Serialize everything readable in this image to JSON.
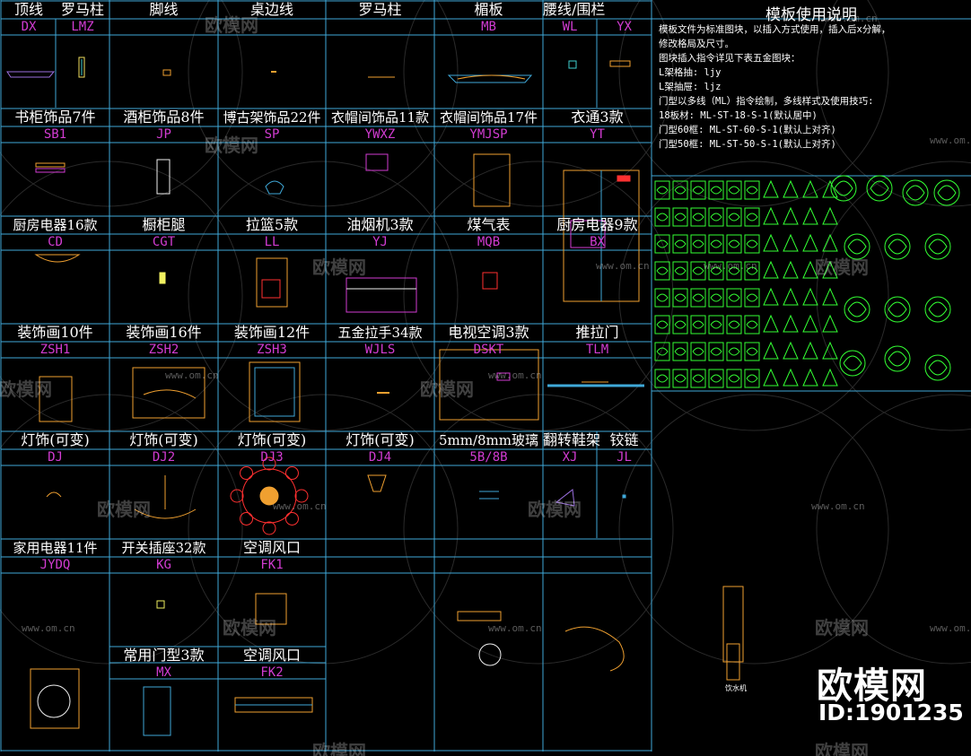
{
  "colors": {
    "grid": "#3fa9d9",
    "label": "#ffffff",
    "code": "#d23cd2",
    "lib": "#33ff33"
  },
  "cells": [
    {
      "label": "顶线",
      "code": "DX"
    },
    {
      "label": "罗马柱",
      "code": "LMZ"
    },
    {
      "label": "脚线",
      "code": ""
    },
    {
      "label": "桌边线",
      "code": ""
    },
    {
      "label": "罗马柱",
      "code": ""
    },
    {
      "label": "楣板",
      "code": "MB"
    },
    {
      "label": "腰线/围栏",
      "code": "WL"
    },
    {
      "label": "",
      "code": "YX"
    },
    {
      "label": "书柜饰品7件",
      "code": "SB1"
    },
    {
      "label": "酒柜饰品8件",
      "code": "JP"
    },
    {
      "label": "博古架饰品22件",
      "code": "SP"
    },
    {
      "label": "衣帽间饰品11款",
      "code": "YWXZ"
    },
    {
      "label": "衣帽间饰品17件",
      "code": "YMJSP"
    },
    {
      "label": "衣通3款",
      "code": "YT"
    },
    {
      "label": "厨房电器16款",
      "code": "CD"
    },
    {
      "label": "橱柜腿",
      "code": "CGT"
    },
    {
      "label": "拉篮5款",
      "code": "LL"
    },
    {
      "label": "油烟机3款",
      "code": "YJ"
    },
    {
      "label": "煤气表",
      "code": "MQB"
    },
    {
      "label": "厨房电器9款",
      "code": "BX"
    },
    {
      "label": "装饰画10件",
      "code": "ZSH1"
    },
    {
      "label": "装饰画16件",
      "code": "ZSH2"
    },
    {
      "label": "装饰画12件",
      "code": "ZSH3"
    },
    {
      "label": "五金拉手34款",
      "code": "WJLS"
    },
    {
      "label": "电视空调3款",
      "code": "DSKT"
    },
    {
      "label": "推拉门",
      "code": "TLM"
    },
    {
      "label": "灯饰(可变)",
      "code": "DJ"
    },
    {
      "label": "灯饰(可变)",
      "code": "DJ2"
    },
    {
      "label": "灯饰(可变)",
      "code": "DJ3"
    },
    {
      "label": "灯饰(可变)",
      "code": "DJ4"
    },
    {
      "label": "5mm/8mm玻璃",
      "code": "5B/8B"
    },
    {
      "label": "翻转鞋架",
      "code": "XJ"
    },
    {
      "label": "铰链",
      "code": "JL"
    },
    {
      "label": "家用电器11件",
      "code": "JYDQ"
    },
    {
      "label": "开关插座32款",
      "code": "KG"
    },
    {
      "label": "空调风口",
      "code": "FK1"
    },
    {
      "label": "常用门型3款",
      "code": "MX"
    },
    {
      "label": "空调风口",
      "code": "FK2"
    }
  ],
  "notes": {
    "title": "模板使用说明",
    "lines": [
      "      模板文件为标准图块，以插入方式使用，插入后x分解，",
      "修改格局及尺寸。",
      "图块插入指令详见下表五金图块：",
      "L架格抽: ljy",
      "L架抽屉: ljz",
      "      门型以多线（ML）指令绘制，多线样式及使用技巧:",
      "18板材: ML-ST-18-S-1(默认居中)",
      "门型60框: ML-ST-60-S-1(默认上对齐)",
      "门型50框: ML-ST-50-S-1(默认上对齐)"
    ]
  },
  "small_labels": {
    "water_dispenser": "饮水机"
  },
  "watermark": {
    "text": "欧模网",
    "url": "www.om.cn"
  },
  "brand": {
    "name": "欧模网",
    "id": "ID:1901235"
  }
}
